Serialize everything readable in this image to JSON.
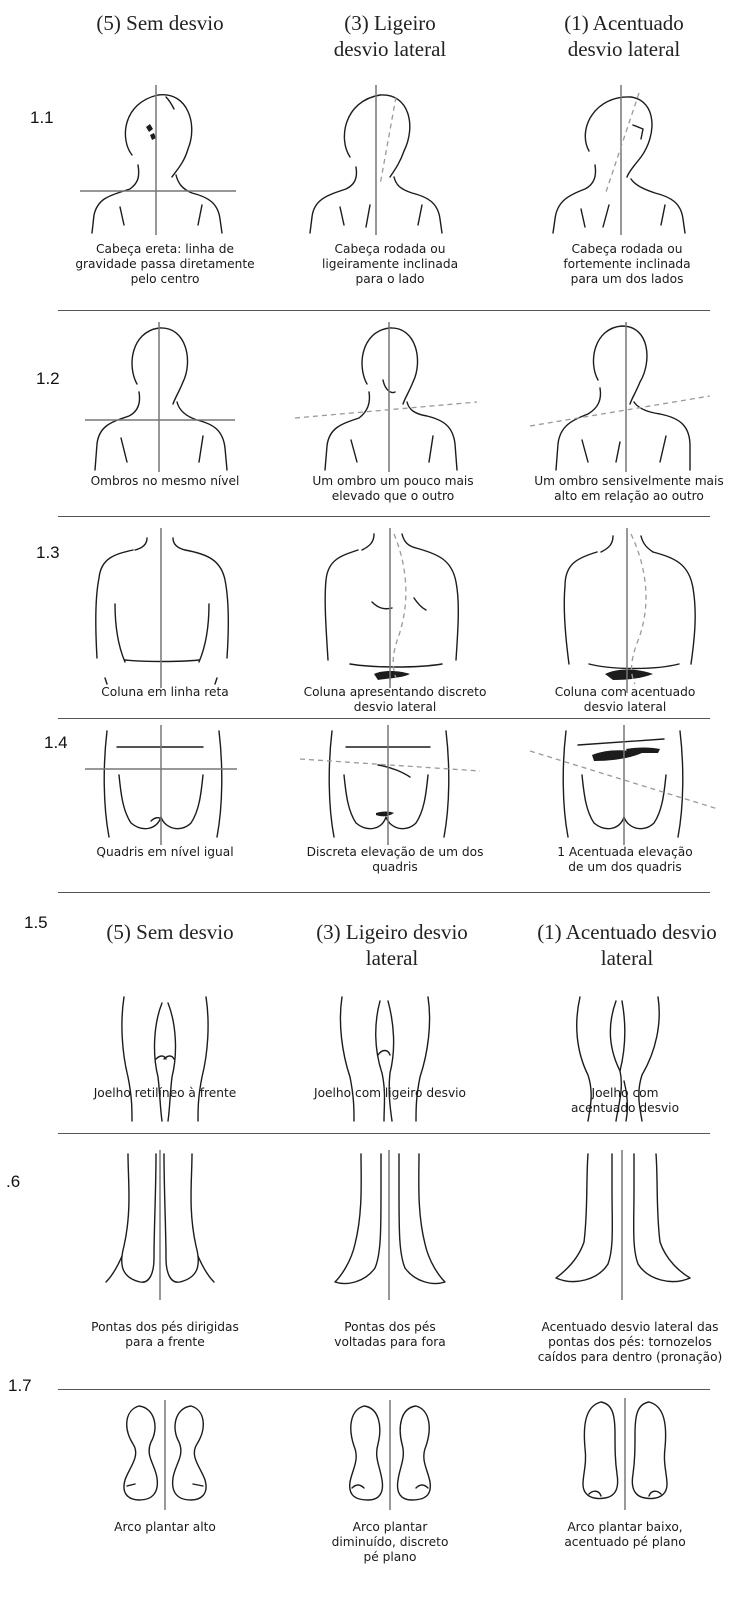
{
  "headers_top": [
    "(5) Sem desvio",
    "(3) Ligeiro\ndesvio lateral",
    "(1) Acentuado\ndesvio lateral"
  ],
  "headers_mid": [
    "(5) Sem desvio",
    "(3) Ligeiro desvio\nlateral",
    "(1) Acentuado desvio\nlateral"
  ],
  "sections": [
    {
      "id": "1.1",
      "label": "1.1",
      "captions": [
        "Cabeça ereta: linha de\ngravidade passa diretamente\npelo centro",
        "Cabeça rodada ou\nligeiramente inclinada\npara o lado",
        "Cabeça rodada ou\nfortemente inclinada\npara um dos lados"
      ]
    },
    {
      "id": "1.2",
      "label": "1.2",
      "captions": [
        "Ombros no mesmo nível",
        "Um ombro um pouco mais\nelevado que o outro",
        "Um ombro sensivelmente mais\nalto em relação ao outro"
      ]
    },
    {
      "id": "1.3",
      "label": "1.3",
      "captions": [
        "Coluna em linha reta",
        "Coluna apresentando discreto\ndesvio lateral",
        "Coluna com acentuado\ndesvio lateral"
      ]
    },
    {
      "id": "1.4",
      "label": "1.4",
      "captions": [
        "Quadris em nível igual",
        "Discreta elevação de um dos\nquadris",
        "1 Acentuada elevação\nde um dos quadris"
      ]
    },
    {
      "id": "1.5",
      "label": "1.5",
      "captions": [
        "Joelho retilíneo à frente",
        "Joelho com ligeiro desvio",
        "Joelho com\nacentuado desvio"
      ]
    },
    {
      "id": "1.6",
      "label": ".6",
      "captions": [
        "Pontas dos pés dirigidas\npara a frente",
        "Pontas dos pés\nvoltadas para fora",
        "Acentuado desvio lateral das\npontas dos pés: tornozelos\ncaídos para dentro (pronação)"
      ]
    },
    {
      "id": "1.7",
      "label": "1.7",
      "captions": [
        "Arco plantar alto",
        "Arco plantar\ndiminuído, discreto\npé plano",
        "Arco plantar baixo,\nacentuado pé plano"
      ]
    }
  ]
}
